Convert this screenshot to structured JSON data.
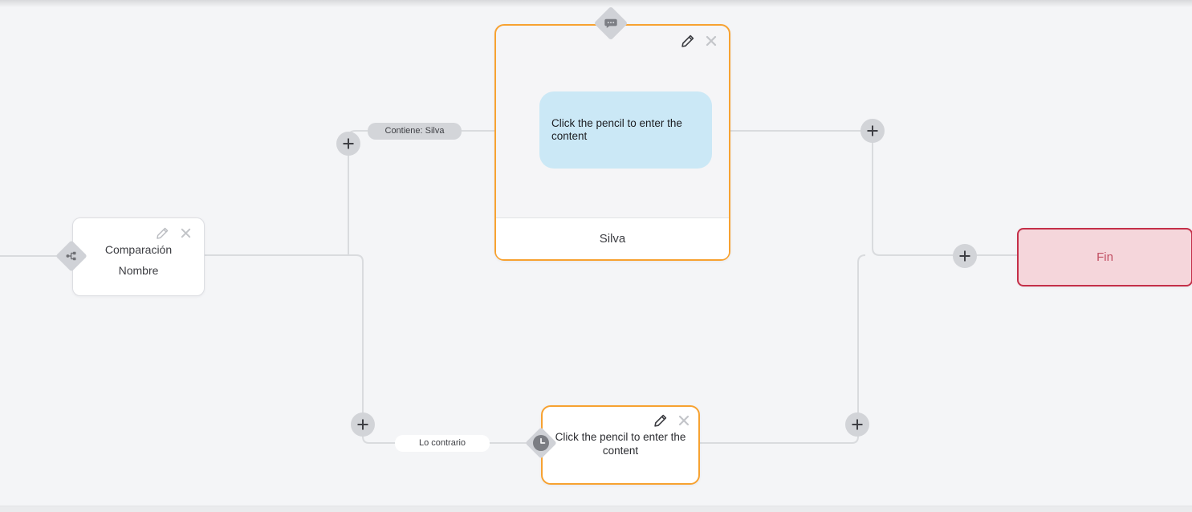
{
  "canvas": {
    "background": "#f4f5f7",
    "line_color": "#d9dbde"
  },
  "colors": {
    "accent_orange": "#f7a231",
    "end_red": "#c42f48",
    "end_bg": "#f5d6db",
    "bubble_blue": "#cbe8f6"
  },
  "icons": {
    "add": "+",
    "edit": "pencil",
    "delete": "x",
    "branch": "branch-diagram",
    "chat": "chat-bubble-ellipsis",
    "clock": "clock"
  },
  "nodes": {
    "condition": {
      "title_line1": "Comparación",
      "title_line2": "Nombre"
    },
    "message": {
      "bubble_text": "Click the pencil to enter the content",
      "footer_label": "Silva"
    },
    "wait": {
      "body_text": "Click the pencil to enter the content"
    },
    "end": {
      "label": "Fin"
    }
  },
  "edge_labels": {
    "match": "Contiene: Silva",
    "otherwise": "Lo contrario"
  }
}
